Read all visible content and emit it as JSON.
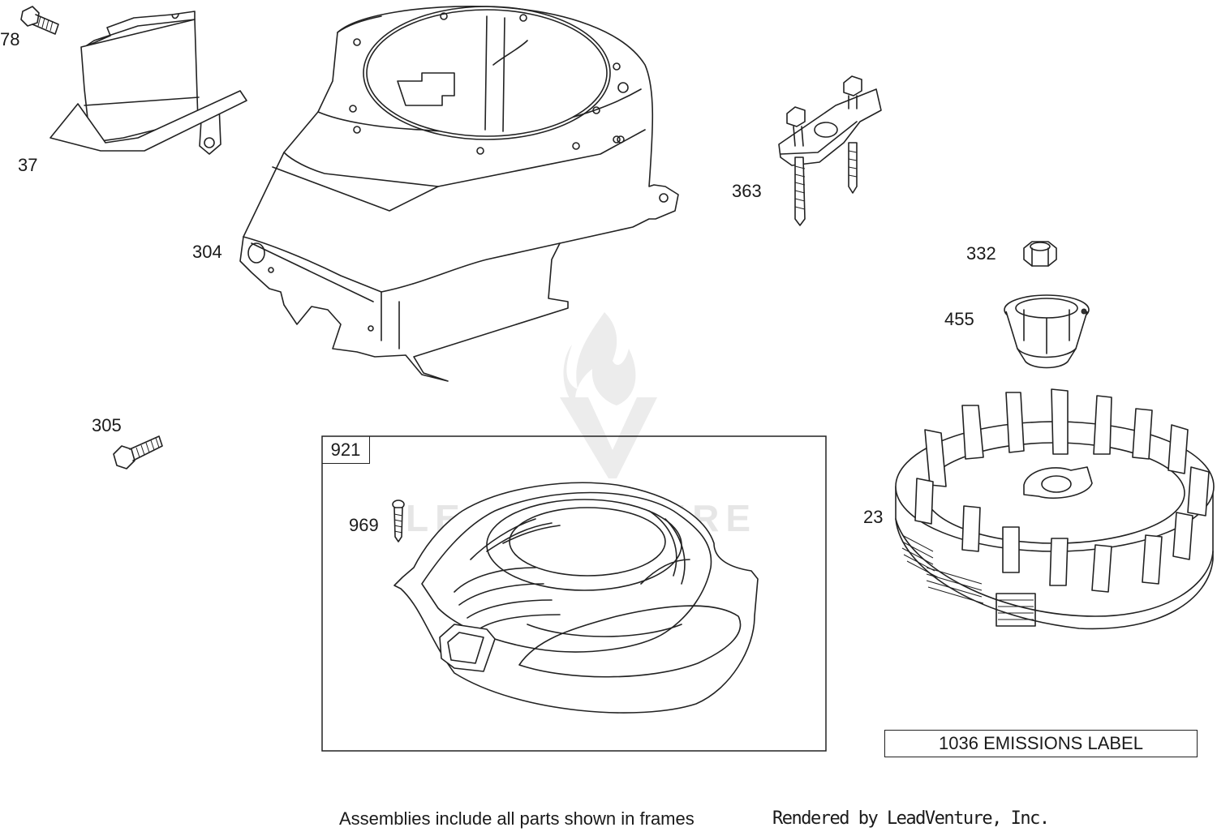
{
  "diagram": {
    "callouts": [
      {
        "id": "78",
        "label": "78"
      },
      {
        "id": "37",
        "label": "37"
      },
      {
        "id": "304",
        "label": "304"
      },
      {
        "id": "305",
        "label": "305"
      },
      {
        "id": "363",
        "label": "363"
      },
      {
        "id": "332",
        "label": "332"
      },
      {
        "id": "455",
        "label": "455"
      },
      {
        "id": "23",
        "label": "23"
      },
      {
        "id": "969",
        "label": "969"
      }
    ],
    "frame_label": "921",
    "emissions_label": "1036 EMISSIONS LABEL",
    "footer_note": "Assemblies include all parts shown in frames",
    "footer_credit": "Rendered by LeadVenture, Inc.",
    "watermark": "LEADVENTURE"
  },
  "colors": {
    "line": "#222222",
    "watermark": "#e6e6e6",
    "background": "#ffffff"
  }
}
